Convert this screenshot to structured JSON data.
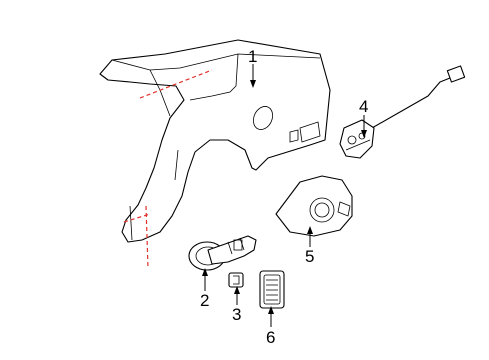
{
  "callouts": [
    {
      "id": "1",
      "label": "1"
    },
    {
      "id": "2",
      "label": "2"
    },
    {
      "id": "3",
      "label": "3"
    },
    {
      "id": "4",
      "label": "4"
    },
    {
      "id": "5",
      "label": "5"
    },
    {
      "id": "6",
      "label": "6"
    }
  ],
  "colors": {
    "line": "#000000",
    "cut_line": "#e0302a",
    "background": "#ffffff"
  }
}
